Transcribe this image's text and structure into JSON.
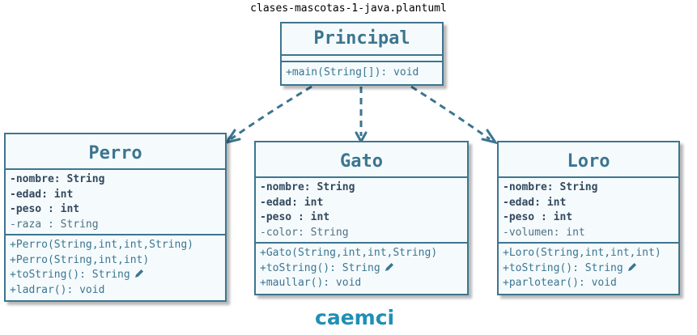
{
  "diagram": {
    "title": "clases-mascotas-1-java.plantuml",
    "logo": "caemci"
  },
  "classes": {
    "principal": {
      "name": "Principal",
      "methods": [
        "+main(String[]): void"
      ]
    },
    "perro": {
      "name": "Perro",
      "fields_bold": [
        "-nombre: String",
        "-edad: int",
        "-peso : int"
      ],
      "fields": [
        "-raza : String"
      ],
      "methods": [
        "+Perro(String,int,int,String)",
        "+Perro(String,int,int)",
        "+toString(): String",
        "+ladrar(): void"
      ]
    },
    "gato": {
      "name": "Gato",
      "fields_bold": [
        "-nombre: String",
        "-edad: int",
        "-peso : int"
      ],
      "fields": [
        "-color: String"
      ],
      "methods": [
        "+Gato(String,int,int,String)",
        "+toString(): String",
        "+maullar(): void"
      ]
    },
    "loro": {
      "name": "Loro",
      "fields_bold": [
        "-nombre: String",
        "-edad: int",
        "-peso : int"
      ],
      "fields": [
        "-volumen: int"
      ],
      "methods": [
        "+Loro(String,int,int,int)",
        "+toString(): String",
        "+parlotear(): void"
      ]
    }
  },
  "relations": [
    {
      "from": "Principal",
      "to": "Perro",
      "style": "dashed-dependency"
    },
    {
      "from": "Principal",
      "to": "Gato",
      "style": "dashed-dependency"
    },
    {
      "from": "Principal",
      "to": "Loro",
      "style": "dashed-dependency"
    }
  ],
  "icons": {
    "override_marker": "pencil-icon"
  },
  "colors": {
    "border": "#3d7590",
    "fill": "#f5fbfd",
    "text": "#3d7590",
    "bold_field": "#34495e",
    "logo": "#1f8fb5"
  }
}
